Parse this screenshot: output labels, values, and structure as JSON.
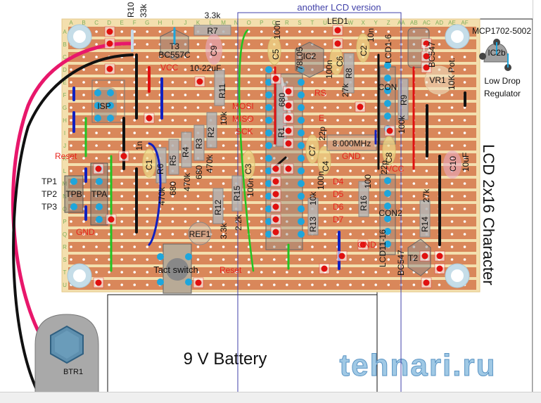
{
  "title_annotation": "another LCD version",
  "board": {
    "columns": [
      "A",
      "B",
      "C",
      "D",
      "E",
      "F",
      "G",
      "H",
      "I",
      "J",
      "K",
      "L",
      "M",
      "N",
      "O",
      "P",
      "Q",
      "R",
      "S",
      "T",
      "U",
      "V",
      "W",
      "X",
      "Y",
      "Z",
      "AA",
      "AB",
      "AC",
      "AD",
      "AE",
      "AF"
    ],
    "rows": [
      "A",
      "B",
      "C",
      "D",
      "E",
      "F",
      "G",
      "H",
      "I",
      "J",
      "K",
      "L",
      "M",
      "N",
      "O",
      "P",
      "Q",
      "R",
      "S",
      "T",
      "U"
    ]
  },
  "components": {
    "R10": {
      "ref": "R10",
      "value": "33k"
    },
    "R7": {
      "ref": "R7",
      "value": "3.3k"
    },
    "T3": {
      "ref": "T3",
      "value": "BC557C"
    },
    "C9": {
      "ref": "C9",
      "value": "10-22uF"
    },
    "C5": {
      "ref": "C5",
      "value": "100n"
    },
    "IC2": {
      "ref": "IC2",
      "value": "78L05"
    },
    "LED1": {
      "ref": "LED1"
    },
    "C6": {
      "ref": "C6",
      "value": "100n"
    },
    "R8": {
      "ref": "R8",
      "value": "27k"
    },
    "C2": {
      "ref": "C2",
      "value": "10n"
    },
    "LCD1_6": {
      "ref": "LCD1-6"
    },
    "T1": {
      "ref": "T1",
      "value": "BC547"
    },
    "VR1": {
      "ref": "VR1",
      "value": "10K Pot."
    },
    "CON": {
      "ref": "CON"
    },
    "R9": {
      "ref": "R9",
      "value": "100k"
    },
    "ISP": {
      "ref": "ISP"
    },
    "R11": {
      "ref": "R11",
      "value": "10k"
    },
    "R1": {
      "ref": "R1",
      "value": "680"
    },
    "R2": {
      "ref": "R2",
      "value": "470k"
    },
    "R3": {
      "ref": "R3",
      "value": "680"
    },
    "R4": {
      "ref": "R4",
      "value": "470k"
    },
    "R5": {
      "ref": "R5",
      "value": "680"
    },
    "R6": {
      "ref": "R6",
      "value": "470k"
    },
    "C1": {
      "ref": "C1",
      "value": "1n"
    },
    "C3": {
      "ref": "C3",
      "value": "100n"
    },
    "C7": {
      "ref": "C7",
      "value": "22p"
    },
    "C4": {
      "ref": "C4",
      "value": "100n"
    },
    "XTAL": {
      "ref": "8.000MHz"
    },
    "C8": {
      "ref": "C8",
      "value": "22p"
    },
    "C10": {
      "ref": "C10",
      "value": "10uF"
    },
    "R12": {
      "ref": "R12",
      "value": "3.3k"
    },
    "R15": {
      "ref": "R15",
      "value": "2.2k"
    },
    "R13": {
      "ref": "R13",
      "value": "10k"
    },
    "R16": {
      "ref": "R16",
      "value": "100"
    },
    "R14": {
      "ref": "R14",
      "value": "27k"
    },
    "CON2": {
      "ref": "CON2"
    },
    "LCD11_16": {
      "ref": "LCD11-16"
    },
    "T2": {
      "ref": "T2",
      "value": "BC547"
    },
    "REF1": {
      "ref": "REF1"
    },
    "TPA": {
      "ref": "TPA"
    },
    "TPB": {
      "ref": "TPB"
    },
    "IC2b": {
      "ref": "IC2b"
    },
    "BTR1": {
      "ref": "BTR1"
    }
  },
  "net_labels": {
    "vcc_top": "VCC",
    "rs": "RS",
    "mosi": "MOSI",
    "miso": "MISO",
    "sck": "SCK",
    "e": "E",
    "gnd_mid": "GND",
    "vcc_mid": "VCC",
    "d4": "D4",
    "d5": "D5",
    "d6": "D6",
    "d7": "D7",
    "gnd_low": "GND",
    "gnd_left": "GND",
    "reset_left": "Reset",
    "reset_bottom": "Reset"
  },
  "side_labels": {
    "tp1": "TP1",
    "tp2": "TP2",
    "tp3": "TP3",
    "regulator_part": "MCP1702-5002",
    "regulator_desc_1": "Low Drop",
    "regulator_desc_2": "Regulator",
    "lcd": "LCD 2x16 Character",
    "tact_switch": "Tact switch",
    "battery": "9 V Battery",
    "watermark": "tehnari.ru"
  },
  "colors": {
    "board_bg": "#f3dfae",
    "strip": "#d9875a",
    "hole": "#ffffff",
    "net_label": "#e8231c",
    "wire_red": "#e01010",
    "wire_blue": "#1020c0",
    "wire_black": "#111111",
    "wire_green": "#22c322",
    "wire_pink": "#e8176b",
    "pad_blue": "#1ea6dc",
    "annotation_blue": "#4040a8"
  }
}
